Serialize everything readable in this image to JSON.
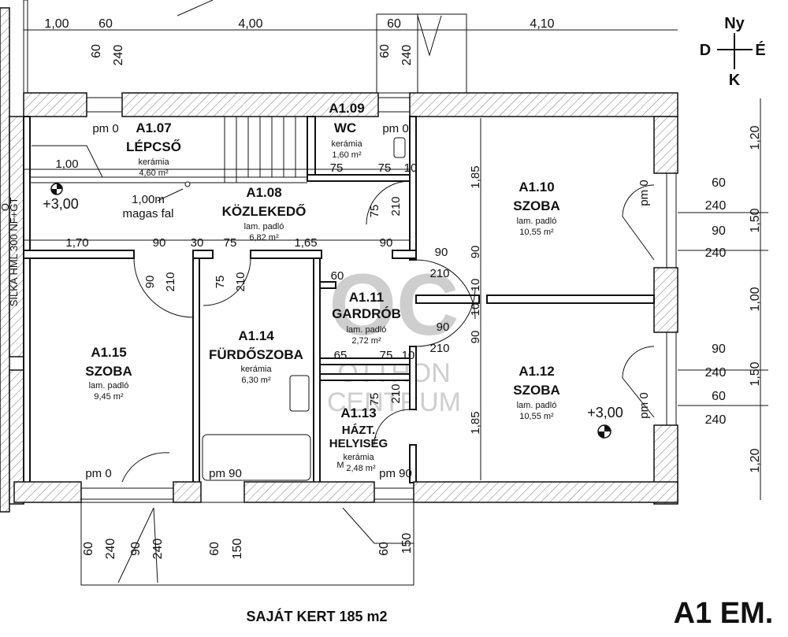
{
  "title": "A1 EM.",
  "garden": "SAJÁT KERT 185 m2",
  "compass": {
    "n": "Ny",
    "w": "D",
    "e": "É",
    "s": "K"
  },
  "watermark": {
    "mark": "OC",
    "line1": "OTTHON",
    "line2": "CENTRUM"
  },
  "rooms": {
    "r107": {
      "id": "A1.07",
      "name": "LÉPCSŐ",
      "floor": "kerámia",
      "area": "4,60 m²"
    },
    "r108": {
      "id": "A1.08",
      "name": "KÖZLEKEDŐ",
      "floor": "lam. padló",
      "area": "6,82 m²"
    },
    "r109": {
      "id": "A1.09",
      "name": "WC",
      "floor": "kerámia",
      "area": "1,60 m²"
    },
    "r110": {
      "id": "A1.10",
      "name": "SZOBA",
      "floor": "lam. padló",
      "area": "10,55 m²"
    },
    "r111": {
      "id": "A1.11",
      "name": "GARDRÓB",
      "floor": "lam. padló",
      "area": "2,72 m²"
    },
    "r112": {
      "id": "A1.12",
      "name": "SZOBA",
      "floor": "lam. padló",
      "area": "10,55 m²"
    },
    "r113": {
      "id": "A1.13",
      "name": "HÁZT.",
      "name2": "HELYISÉG",
      "floor": "kerámia",
      "area": "2,48 m²"
    },
    "r114": {
      "id": "A1.14",
      "name": "FÜRDŐSZOBA",
      "floor": "kerámia",
      "area": "6,30 m²"
    },
    "r115": {
      "id": "A1.15",
      "name": "SZOBA",
      "floor": "lam. padló",
      "area": "9,45 m²"
    }
  },
  "annotations": {
    "level1": "+3,00",
    "level2": "+3,00",
    "wall_note1": "1,00m",
    "wall_note2": "magas fal",
    "side_wall": "SILKA HML 300 NF+GT",
    "side_cut": "Ö",
    "pm0": "pm 0",
    "pm90": "pm 90",
    "m_label": "M"
  },
  "dims": {
    "top": [
      "1,00",
      "60",
      "4,00",
      "60",
      "4,10"
    ],
    "right": [
      "1,20",
      "1,50",
      "1,00",
      "1,50",
      "1,20"
    ],
    "v60": "60",
    "v240": "240",
    "v90": "90",
    "v210": "210",
    "v75": "75",
    "v10": "10",
    "v30": "30",
    "v65": "65",
    "v150": "150",
    "v185": "1,85",
    "v170": "1,70",
    "v165": "1,65",
    "v100": "1,00"
  }
}
